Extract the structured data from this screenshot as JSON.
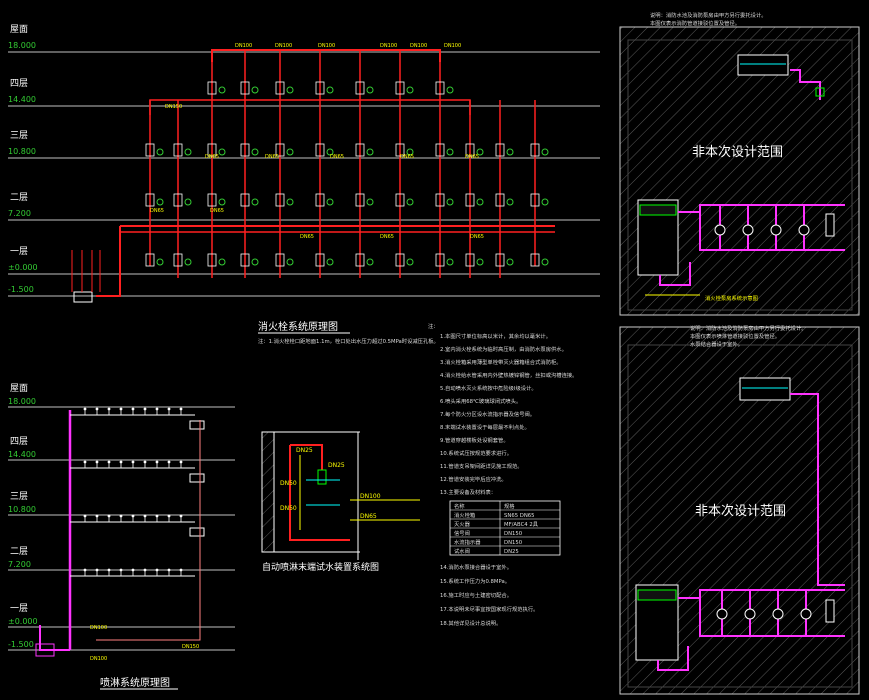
{
  "hydrant_diagram": {
    "title": "消火栓系统原理图",
    "subtitle": "注：1.消火栓栓口距地面1.1m，栓口处出水压力超过0.5MPa时设减压孔板。",
    "floors": [
      {
        "name": "屋面",
        "elev": "18.000"
      },
      {
        "name": "四层",
        "elev": "14.400"
      },
      {
        "name": "三层",
        "elev": "10.800"
      },
      {
        "name": "二层",
        "elev": "7.200"
      },
      {
        "name": "一层",
        "elev": "±0.000"
      },
      {
        "name": "",
        "elev": "-1.500"
      }
    ],
    "pipe_labels": [
      "DN100",
      "DN100",
      "DN100",
      "DN100",
      "DN100",
      "DN100",
      "DN150",
      "DN65",
      "DN65",
      "DN65",
      "DN65",
      "DN65",
      "DN65",
      "DN65",
      "DN65",
      "DN65",
      "DN65"
    ]
  },
  "sprinkler_diagram": {
    "title": "喷淋系统原理图",
    "floors": [
      {
        "name": "屋面",
        "elev": "18.000"
      },
      {
        "name": "四层",
        "elev": "14.400"
      },
      {
        "name": "三层",
        "elev": "10.800"
      },
      {
        "name": "二层",
        "elev": "7.200"
      },
      {
        "name": "一层",
        "elev": "±0.000"
      },
      {
        "name": "",
        "elev": "-1.500"
      }
    ],
    "pipe_labels": [
      "DN100",
      "DN100",
      "DN150"
    ]
  },
  "test_drain": {
    "title": "自动喷淋末端试水装置系统图",
    "labels": [
      "DN25",
      "DN25",
      "DN50",
      "DN50",
      "DN100",
      "DN65"
    ]
  },
  "notes": {
    "heading": "注：",
    "lines": [
      "1.本图尺寸单位标高以米计，其余均以毫米计。",
      "2.室内消火栓系统为临时高压制，由消防水泵房供水。",
      "3.消火栓箱采用薄型单栓带灭火器箱组合式消防柜。",
      "4.消火栓给水管采用内外壁热镀锌钢管，丝扣或沟槽连接。",
      "5.自动喷水灭火系统按中危险级I级设计。",
      "6.喷头采用68℃玻璃球闭式喷头。",
      "7.每个防火分区设水流指示器及信号阀。",
      "8.末端试水装置设于每层最不利点处。",
      "9.管道穿越楼板处设钢套管。",
      "10.系统试压按规范要求进行。",
      "11.管道支吊架间距详见施工规范。",
      "12.管道安装完毕后应冲洗。",
      "13.主要设备及材料表："
    ],
    "table_header": [
      "名称",
      "规格"
    ],
    "table_rows": [
      [
        "消火栓箱",
        "SN65 DN65"
      ],
      [
        "灭火器",
        "MF/ABC4 2具"
      ],
      [
        "信号阀",
        "DN150"
      ],
      [
        "水流指示器",
        "DN150"
      ],
      [
        "试水阀",
        "DN25"
      ]
    ],
    "more": [
      "14.消防水泵接合器设于室外。",
      "15.系统工作压力为0.8MPa。",
      "16.施工时应与土建密切配合。",
      "17.本说明未尽事宜按国家现行规范执行。",
      "18.其他详见设计总说明。"
    ]
  },
  "panel_top": {
    "header_lines": [
      "说明：消防水池及消防泵房由甲方另行委托设计。",
      "本图仅表示消防管道接驳位置及管径。"
    ],
    "center_text": "非本次设计范围",
    "bottom_label": "消火栓泵房系统示意图"
  },
  "panel_bottom": {
    "header_lines": [
      "说明：消防水池及消防泵房由甲方另行委托设计。",
      "本图仅表示喷淋管道接驳位置及管径。",
      "水泵结合器设于室外。"
    ],
    "center_text": "非本次设计范围"
  },
  "colors": {
    "background": "#000000",
    "hydrant_pipe": "#ff2020",
    "sprinkler_pipe": "#ff33ff",
    "floor_line": "#ffffff",
    "level_mark": "#33cc33",
    "label_yellow": "#ffff00",
    "hatch": "#606060"
  }
}
